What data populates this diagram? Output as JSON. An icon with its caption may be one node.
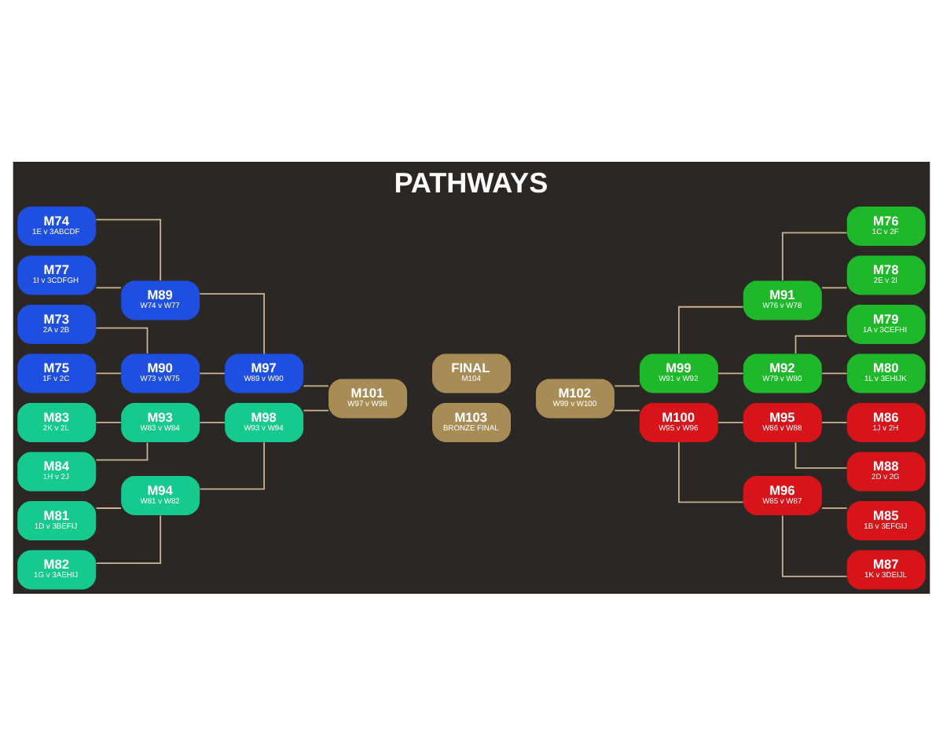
{
  "diagram": {
    "title": "PATHWAYS",
    "nodes": [
      {
        "text": [
          "M74",
          "1E v 3ABCDF"
        ]
      },
      {
        "text": [
          "M77",
          "1I v 3CDFGH"
        ]
      },
      {
        "text": [
          "M73",
          "2A v 2B"
        ]
      },
      {
        "text": [
          "M75",
          "1F v 2C"
        ]
      },
      {
        "text": [
          "M83",
          "2K v 2L"
        ]
      },
      {
        "text": [
          "M84",
          "1H v 2J"
        ]
      },
      {
        "text": [
          "M81",
          "1D v 3BEFIJ"
        ]
      },
      {
        "text": [
          "M82",
          "1G v 3AEHIJ"
        ]
      },
      {
        "text": [
          "M89",
          "W74 v W77"
        ]
      },
      {
        "text": [
          "M90",
          "W73 v W75"
        ]
      },
      {
        "text": [
          "M93",
          "W83 v W84"
        ]
      },
      {
        "text": [
          "M94",
          "W81 v W82"
        ]
      },
      {
        "text": [
          "M97",
          "W89 v W90"
        ]
      },
      {
        "text": [
          "M98",
          "W93 v W94"
        ]
      },
      {
        "text": [
          "M101",
          "W97 v W98"
        ]
      },
      {
        "text": [
          "FINAL",
          "M104"
        ]
      },
      {
        "text": [
          "M102",
          "W99 v W100"
        ]
      },
      {
        "text": [
          "M103",
          "BRONZE FINAL"
        ]
      },
      {
        "text": [
          "M99",
          "W91 v W92"
        ]
      },
      {
        "text": [
          "M100",
          "W95 v W96"
        ]
      },
      {
        "text": [
          "M91",
          "W76 v W78"
        ]
      },
      {
        "text": [
          "M92",
          "W79 v W80"
        ]
      },
      {
        "text": [
          "M95",
          "W86 v W88"
        ]
      },
      {
        "text": [
          "M96",
          "W85 v W87"
        ]
      },
      {
        "text": [
          "M76",
          "1C v 2F"
        ]
      },
      {
        "text": [
          "M78",
          "2E v 2I"
        ]
      },
      {
        "text": [
          "M79",
          "1A v 3CEFHI"
        ]
      },
      {
        "text": [
          "M80",
          "1L v 3EHIJK"
        ]
      },
      {
        "text": [
          "M86",
          "1J v 2H"
        ]
      },
      {
        "text": [
          "M88",
          "2D v 2G"
        ]
      },
      {
        "text": [
          "M85",
          "1B v 3EFGIJ"
        ]
      },
      {
        "text": [
          "M87",
          "1K v 3DEIJL"
        ]
      }
    ],
    "edges": [
      {
        "from": 0,
        "to": 8,
        "arrow": "none"
      },
      {
        "from": 1,
        "to": 8,
        "arrow": "none"
      },
      {
        "from": 2,
        "to": 9,
        "arrow": "none"
      },
      {
        "from": 3,
        "to": 9,
        "arrow": "none"
      },
      {
        "from": 4,
        "to": 10,
        "arrow": "none"
      },
      {
        "from": 5,
        "to": 10,
        "arrow": "none"
      },
      {
        "from": 6,
        "to": 11,
        "arrow": "none"
      },
      {
        "from": 7,
        "to": 11,
        "arrow": "none"
      },
      {
        "from": 8,
        "to": 12,
        "arrow": "none"
      },
      {
        "from": 9,
        "to": 12,
        "arrow": "none"
      },
      {
        "from": 10,
        "to": 13,
        "arrow": "none"
      },
      {
        "from": 11,
        "to": 13,
        "arrow": "none"
      },
      {
        "from": 12,
        "to": 14,
        "arrow": "none"
      },
      {
        "from": 13,
        "to": 14,
        "arrow": "none"
      },
      {
        "from": 16,
        "to": 18,
        "arrow": "none"
      },
      {
        "from": 16,
        "to": 19,
        "arrow": "none"
      },
      {
        "from": 18,
        "to": 20,
        "arrow": "none"
      },
      {
        "from": 18,
        "to": 21,
        "arrow": "none"
      },
      {
        "from": 19,
        "to": 22,
        "arrow": "none"
      },
      {
        "from": 19,
        "to": 23,
        "arrow": "none"
      },
      {
        "from": 20,
        "to": 24,
        "arrow": "none"
      },
      {
        "from": 20,
        "to": 25,
        "arrow": "none"
      },
      {
        "from": 21,
        "to": 26,
        "arrow": "none"
      },
      {
        "from": 21,
        "to": 27,
        "arrow": "none"
      },
      {
        "from": 22,
        "to": 28,
        "arrow": "none"
      },
      {
        "from": 22,
        "to": 29,
        "arrow": "none"
      },
      {
        "from": 23,
        "to": 30,
        "arrow": "none"
      },
      {
        "from": 23,
        "to": 31,
        "arrow": "none"
      }
    ]
  }
}
